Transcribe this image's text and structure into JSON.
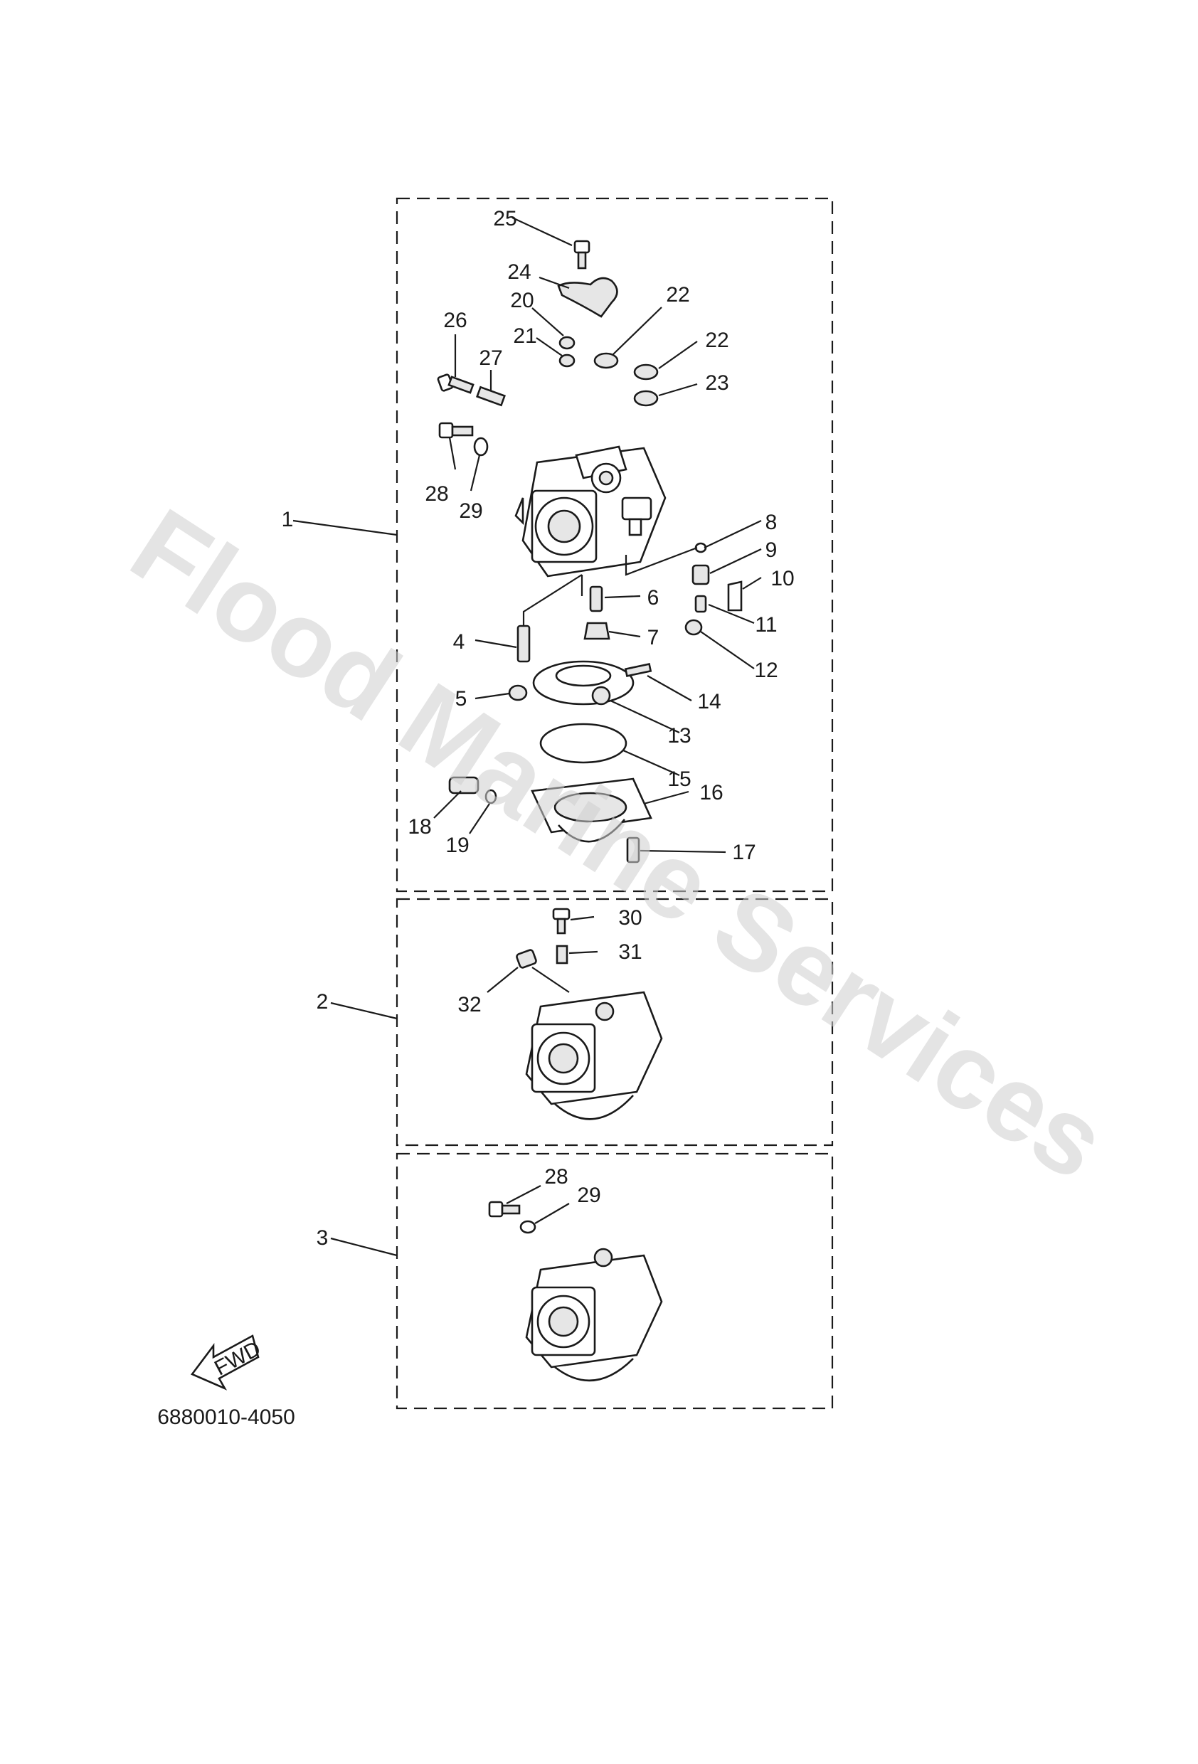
{
  "diagram": {
    "watermark": "Flood Marine Services",
    "drawing_number": "6880010-4050",
    "fwd_label": "FWD",
    "assembly_labels": [
      "1",
      "2",
      "3"
    ],
    "part_labels": [
      "4",
      "5",
      "6",
      "7",
      "8",
      "9",
      "10",
      "11",
      "12",
      "13",
      "14",
      "15",
      "16",
      "17",
      "18",
      "19",
      "20",
      "21",
      "22",
      "22",
      "23",
      "24",
      "25",
      "26",
      "27",
      "28",
      "29",
      "30",
      "31",
      "32",
      "28",
      "29"
    ]
  }
}
